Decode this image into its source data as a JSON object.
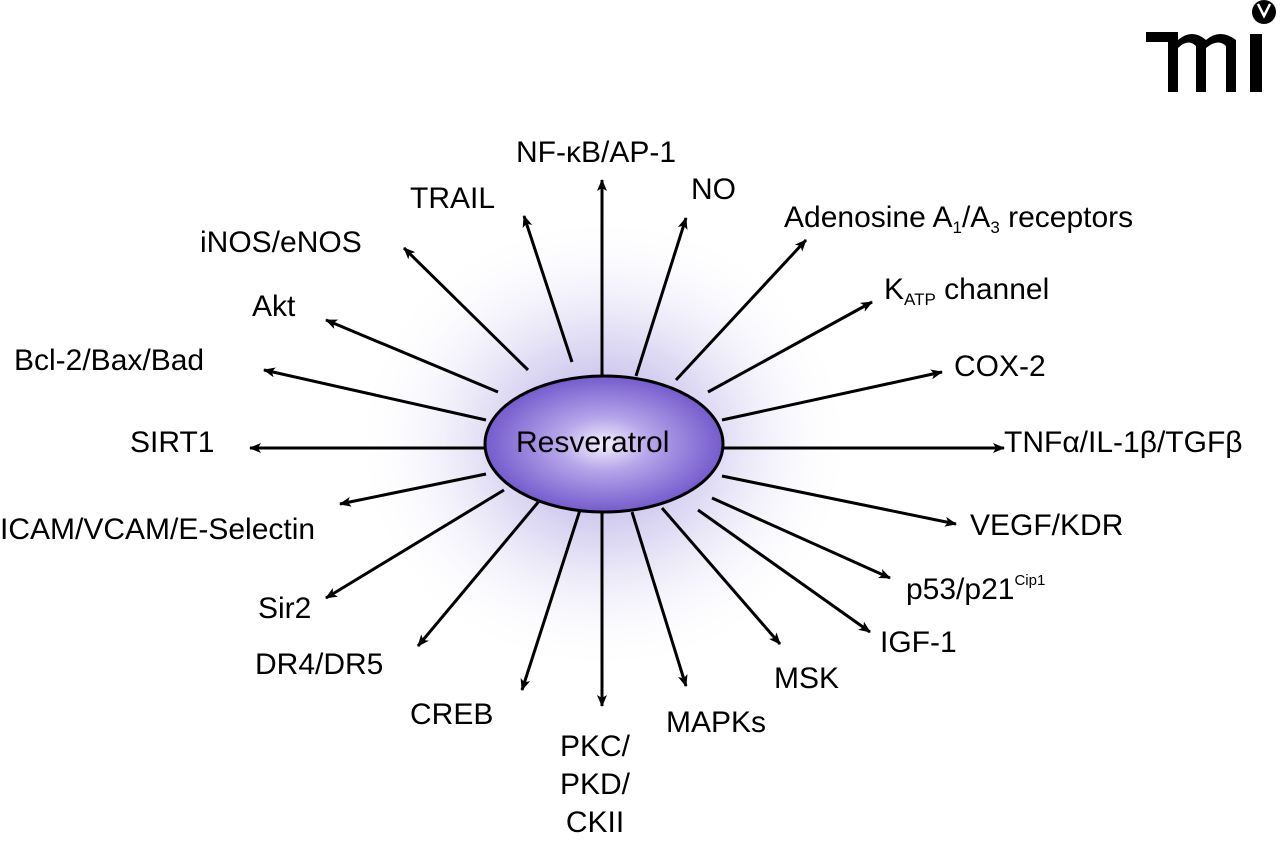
{
  "diagram": {
    "title": "Resveratrol targets",
    "center": {
      "label": "Resveratrol",
      "fill_color": "#6a4fc8",
      "highlight_color": "#f4f1fc"
    },
    "glow_color": "#b9aee6",
    "arrow_color": "#000000",
    "logo": {
      "text": "mi"
    },
    "targets": [
      {
        "id": "nfkb",
        "text": "NF-κB/AP-1"
      },
      {
        "id": "no",
        "text": "NO"
      },
      {
        "id": "adenosine",
        "pre": "Adenosine A",
        "sub1": "1",
        "mid": "/A",
        "sub2": "3",
        "post": " receptors"
      },
      {
        "id": "katp",
        "pre": "K",
        "sub1": "ATP",
        "post": " channel"
      },
      {
        "id": "cox2",
        "text": "COX-2"
      },
      {
        "id": "tnf",
        "text": "TNFα/IL-1β/TGFβ"
      },
      {
        "id": "vegf",
        "text": "VEGF/KDR"
      },
      {
        "id": "p53",
        "pre": "p53/p21",
        "sup": "Cip1"
      },
      {
        "id": "igf1",
        "text": "IGF-1"
      },
      {
        "id": "msk",
        "text": "MSK"
      },
      {
        "id": "mapks",
        "text": "MAPKs"
      },
      {
        "id": "pkc",
        "lines": [
          "PKC/",
          "PKD/",
          "CKII"
        ]
      },
      {
        "id": "creb",
        "text": "CREB"
      },
      {
        "id": "dr45",
        "text": "DR4/DR5"
      },
      {
        "id": "sir2",
        "text": "Sir2"
      },
      {
        "id": "icam",
        "text": "ICAM/VCAM/E-Selectin"
      },
      {
        "id": "sirt1",
        "text": "SIRT1"
      },
      {
        "id": "bcl2",
        "text": "Bcl-2/Bax/Bad"
      },
      {
        "id": "akt",
        "text": "Akt"
      },
      {
        "id": "inos",
        "text": "iNOS/eNOS"
      },
      {
        "id": "trail",
        "text": "TRAIL"
      }
    ]
  }
}
